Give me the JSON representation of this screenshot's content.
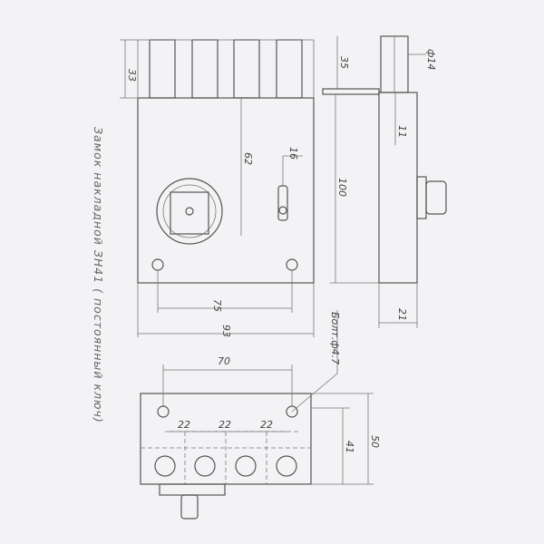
{
  "drawing": {
    "title": "Замок накладной ЗН41 ( постоянный ключ)",
    "bolt_note": "Болт.ф4.7",
    "front_view": {
      "height_top": "33",
      "dim_62": "62",
      "dim_16": "16",
      "dim_75": "75",
      "width": "93"
    },
    "side_view": {
      "dim_35": "35",
      "diameter": "ф14",
      "dim_11": "11",
      "height": "100",
      "depth": "21"
    },
    "bottom_view": {
      "dim_70": "70",
      "spacing": [
        "22",
        "22",
        "22"
      ],
      "dim_41": "41",
      "dim_50": "50"
    }
  }
}
